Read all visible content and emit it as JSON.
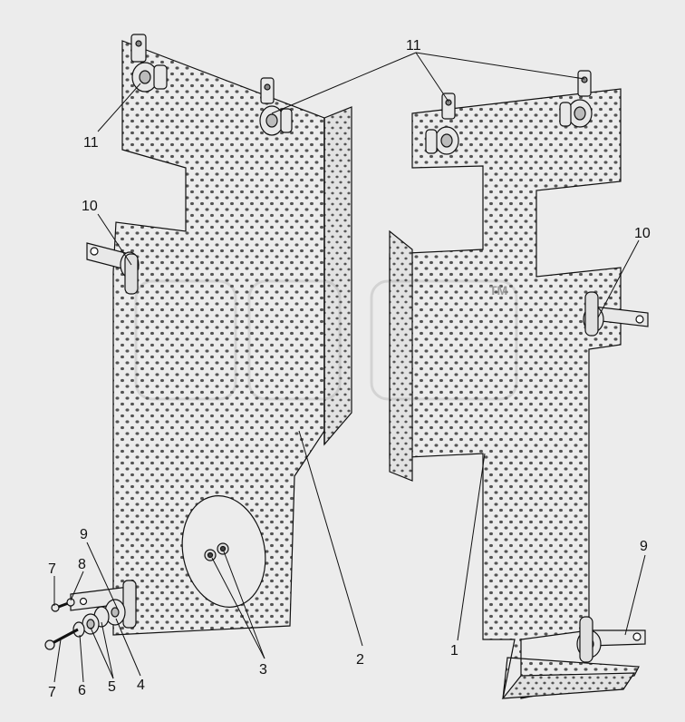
{
  "callouts": {
    "c1": "1",
    "c2": "2",
    "c3": "3",
    "c4": "4",
    "c5a": "5",
    "c6": "6",
    "c7a": "7",
    "c7b": "7",
    "c8": "8",
    "c9a": "9",
    "c9b": "9",
    "c10a": "10",
    "c10b": "10",
    "c11a": "11",
    "c11b": "11"
  },
  "watermark": "ТМ",
  "colors": {
    "background": "#ececec",
    "panel": "#ececec",
    "line": "#111111",
    "hole": "#9a9a9a"
  }
}
